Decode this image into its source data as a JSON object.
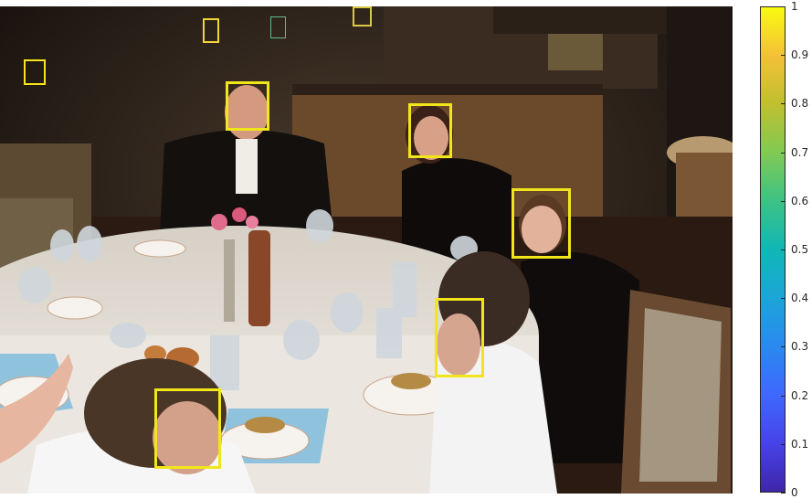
{
  "figure": {
    "colormap": "parula",
    "colorbar_ticks": [
      "0",
      "0.1",
      "0.2",
      "0.3",
      "0.4",
      "0.5",
      "0.6",
      "0.7",
      "0.8",
      "0.9",
      "1"
    ]
  },
  "detections": [
    {
      "label": "face",
      "score": 1.0,
      "color": "#f2e61b"
    },
    {
      "label": "face",
      "score": 1.0,
      "color": "#f2e61b"
    },
    {
      "label": "face",
      "score": 1.0,
      "color": "#f2e61b"
    },
    {
      "label": "face",
      "score": 1.0,
      "color": "#f2e61b"
    },
    {
      "label": "face",
      "score": 1.0,
      "color": "#f2e61b"
    },
    {
      "label": "face",
      "score": 0.97,
      "color": "#f7e31e"
    },
    {
      "label": "face",
      "score": 0.92,
      "color": "#efd43a"
    },
    {
      "label": "face",
      "score": 0.9,
      "color": "#d9c843"
    },
    {
      "label": "face",
      "score": 0.63,
      "color": "#67b889"
    }
  ],
  "scene": {
    "subject": "family seated around a dinner table in a restaurant dining room",
    "colors": {
      "tablecloth": "#e6e2dc",
      "wall": "#2a1f18",
      "counter": "#6b4a2c"
    }
  }
}
